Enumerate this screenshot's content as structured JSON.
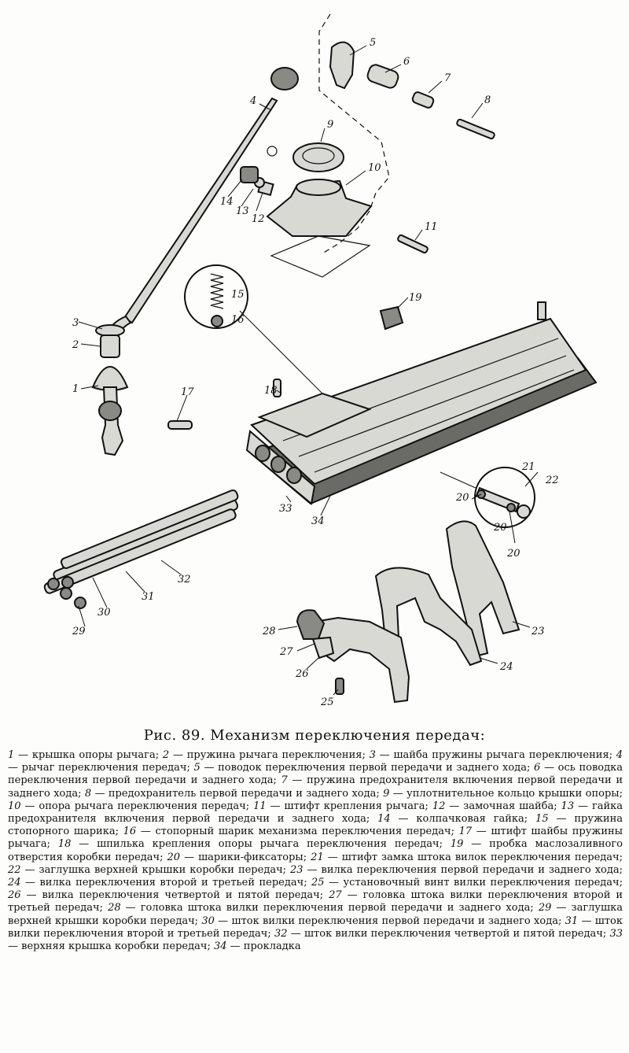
{
  "figure": {
    "caption": "Рис. 89. Механизм переключения передач:",
    "labels": [
      "1",
      "2",
      "3",
      "4",
      "5",
      "6",
      "7",
      "8",
      "9",
      "10",
      "11",
      "12",
      "13",
      "14",
      "15",
      "16",
      "17",
      "18",
      "19",
      "20",
      "20",
      "20",
      "21",
      "22",
      "23",
      "24",
      "25",
      "26",
      "27",
      "28",
      "29",
      "30",
      "31",
      "32",
      "33",
      "34"
    ]
  },
  "legend": [
    {
      "num": "1",
      "text": "крышка опоры рычага"
    },
    {
      "num": "2",
      "text": "пружина рычага переключения"
    },
    {
      "num": "3",
      "text": "шайба пружины рычага переключения"
    },
    {
      "num": "4",
      "text": "рычаг переключения передач"
    },
    {
      "num": "5",
      "text": "поводок переключения первой передачи и заднего хода"
    },
    {
      "num": "6",
      "text": "ось поводка переключения первой передачи и заднего хода"
    },
    {
      "num": "7",
      "text": "пружина предохранителя включения первой передачи и заднего хода"
    },
    {
      "num": "8",
      "text": "предохранитель первой передачи и заднего хода"
    },
    {
      "num": "9",
      "text": "уплотнительное кольцо крышки опоры"
    },
    {
      "num": "10",
      "text": "опора рычага переключения передач"
    },
    {
      "num": "11",
      "text": "штифт крепления рычага"
    },
    {
      "num": "12",
      "text": "замочная шайба"
    },
    {
      "num": "13",
      "text": "гайка предохранителя включения первой передачи и заднего хода"
    },
    {
      "num": "14",
      "text": "колпачковая гайка"
    },
    {
      "num": "15",
      "text": "пружина стопорного шарика"
    },
    {
      "num": "16",
      "text": "стопорный шарик механизма переключения передач"
    },
    {
      "num": "17",
      "text": "штифт шайбы пружины рычага"
    },
    {
      "num": "18",
      "text": "шпилька крепления опоры рычага переключения передач"
    },
    {
      "num": "19",
      "text": "пробка маслозаливного отверстия коробки передач"
    },
    {
      "num": "20",
      "text": "шарики-фиксаторы"
    },
    {
      "num": "21",
      "text": "штифт замка штока вилок переключения передач"
    },
    {
      "num": "22",
      "text": "заглушка верхней крышки коробки передач"
    },
    {
      "num": "23",
      "text": "вилка переключения первой передачи и заднего хода"
    },
    {
      "num": "24",
      "text": "вилка переключения второй и третьей передач"
    },
    {
      "num": "25",
      "text": "установочный винт вилки переключения передач"
    },
    {
      "num": "26",
      "text": "вилка переключения четвертой и пятой передач"
    },
    {
      "num": "27",
      "text": "головка штока вилки переключения второй и третьей передач"
    },
    {
      "num": "28",
      "text": "головка штока вилки переключения первой передачи и заднего хода"
    },
    {
      "num": "29",
      "text": "заглушка верхней крышки коробки передач"
    },
    {
      "num": "30",
      "text": "шток вилки переключения первой передачи и заднего хода"
    },
    {
      "num": "31",
      "text": "шток вилки переключения второй и третьей передач"
    },
    {
      "num": "32",
      "text": "шток вилки переключения четвертой и пятой передач"
    },
    {
      "num": "33",
      "text": "верхняя крышка коробки передач"
    },
    {
      "num": "34",
      "text": "прокладка"
    }
  ]
}
